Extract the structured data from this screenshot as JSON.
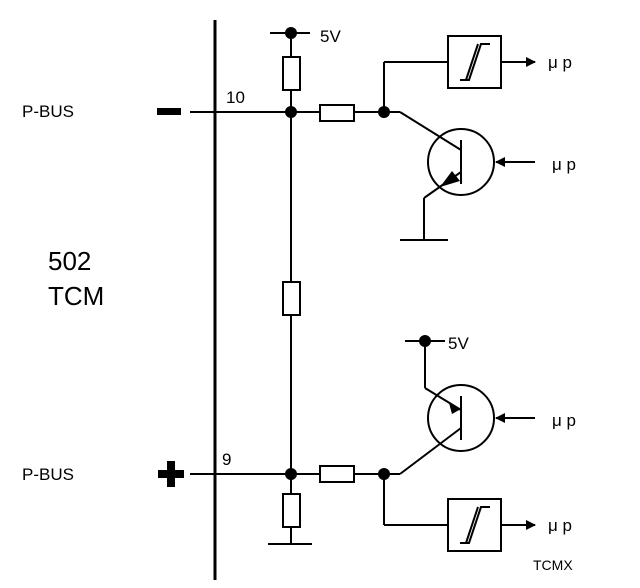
{
  "labels": {
    "module_line1": "502",
    "module_line2": "TCM",
    "pbus_minus": "P-BUS",
    "pbus_plus": "P-BUS",
    "pin_minus": "10",
    "pin_plus": "9",
    "supply_top": "5V",
    "supply_bottom": "5V",
    "up_out_top": "μ p",
    "up_in_top": "μ p",
    "up_in_bottom": "μ p",
    "up_out_bottom": "μ p",
    "figure_code": "TCMX"
  },
  "symbols": {
    "minus_sign": "minus-icon",
    "plus_sign": "plus-icon",
    "transistor": "transistor-icon",
    "schmitt_trigger": "schmitt-trigger-icon",
    "resistor": "resistor-icon",
    "ground": "ground-icon"
  }
}
